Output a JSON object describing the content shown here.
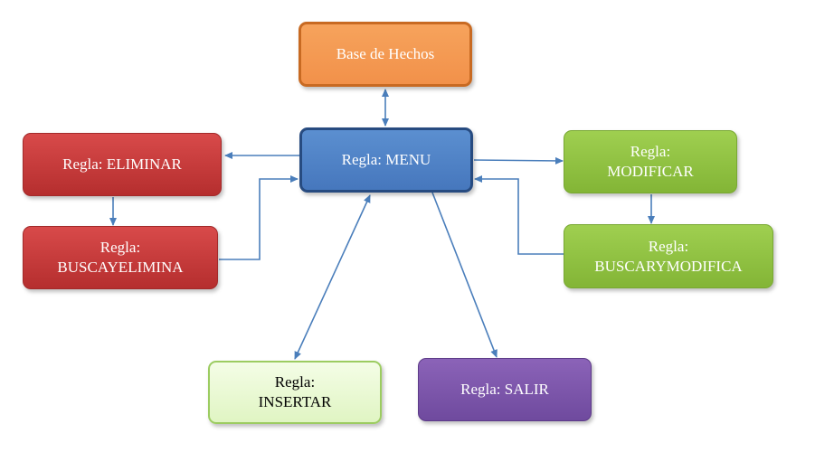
{
  "diagram": {
    "nodes": {
      "base_hechos": {
        "lines": [
          "Base de Hechos"
        ]
      },
      "menu": {
        "lines": [
          "Regla: MENU"
        ]
      },
      "eliminar": {
        "lines": [
          "Regla: ELIMINAR"
        ]
      },
      "buscayelimina": {
        "lines": [
          "Regla:",
          "BUSCAYELIMINA"
        ]
      },
      "modificar": {
        "lines": [
          "Regla:",
          "MODIFICAR"
        ]
      },
      "buscarymodifica": {
        "lines": [
          "Regla:",
          "BUSCARYMODIFICA"
        ]
      },
      "insertar": {
        "lines": [
          "Regla:",
          "INSERTAR"
        ]
      },
      "salir": {
        "lines": [
          "Regla: SALIR"
        ]
      }
    },
    "colors": {
      "connector": "#4a7ebb",
      "base_hechos": "#f79646",
      "menu": "#4f81bd",
      "eliminar": "#c0504d",
      "modificar": "#9bbb59",
      "insertar": "#ebf7d9",
      "salir": "#8064a2"
    }
  }
}
